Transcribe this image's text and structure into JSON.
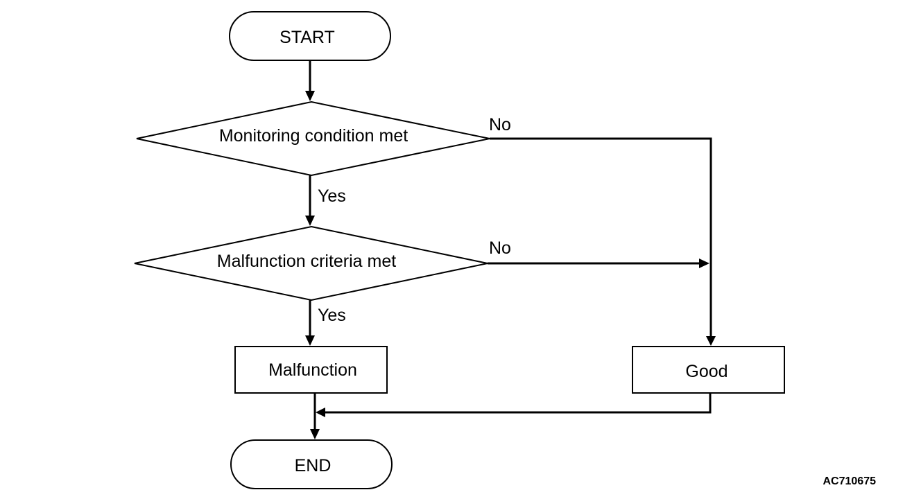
{
  "flowchart": {
    "start": "START",
    "decision_monitoring": "Monitoring condition met",
    "decision_malfunction": "Malfunction criteria met",
    "process_malfunction": "Malfunction",
    "process_good": "Good",
    "end": "END",
    "edge_monitoring_yes": "Yes",
    "edge_monitoring_no": "No",
    "edge_malfunction_yes": "Yes",
    "edge_malfunction_no": "No"
  },
  "figure_reference": "AC710675"
}
